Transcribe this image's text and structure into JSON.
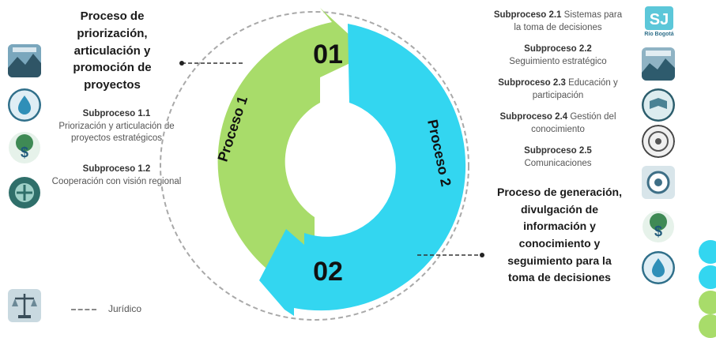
{
  "left": {
    "title": "Proceso de priorización, articulación y promoción de proyectos",
    "sub1_label": "Subproceso 1.1",
    "sub1_text": "Priorización y articulación de proyectos estratégicos",
    "sub2_label": "Subproceso 1.2",
    "sub2_text": "Cooperación con visión regional"
  },
  "cycle": {
    "num1": "01",
    "num2": "02",
    "process1": "Proceso 1",
    "process2": "Proceso 2",
    "color1": "#a8dc6a",
    "color2": "#33d6f0"
  },
  "right": {
    "subs": [
      {
        "label": "Subproceso 2.1",
        "text": "Sistemas para la toma de decisiones"
      },
      {
        "label": "Subproceso 2.2",
        "text": "Seguimiento estratégico"
      },
      {
        "label": "Subproceso 2.3",
        "text": "Educación y participación"
      },
      {
        "label": "Subproceso 2.4",
        "text": "Gestión del conocimiento"
      },
      {
        "label": "Subproceso 2.5",
        "text": "Comunicaciones"
      }
    ],
    "title": "Proceso de generación, divulgación de información y conocimiento y seguimiento para la toma de decisiones"
  },
  "logo": {
    "text": "Río Bogotá",
    "letters": "SJ"
  },
  "legend": {
    "text": "Jurídico"
  }
}
